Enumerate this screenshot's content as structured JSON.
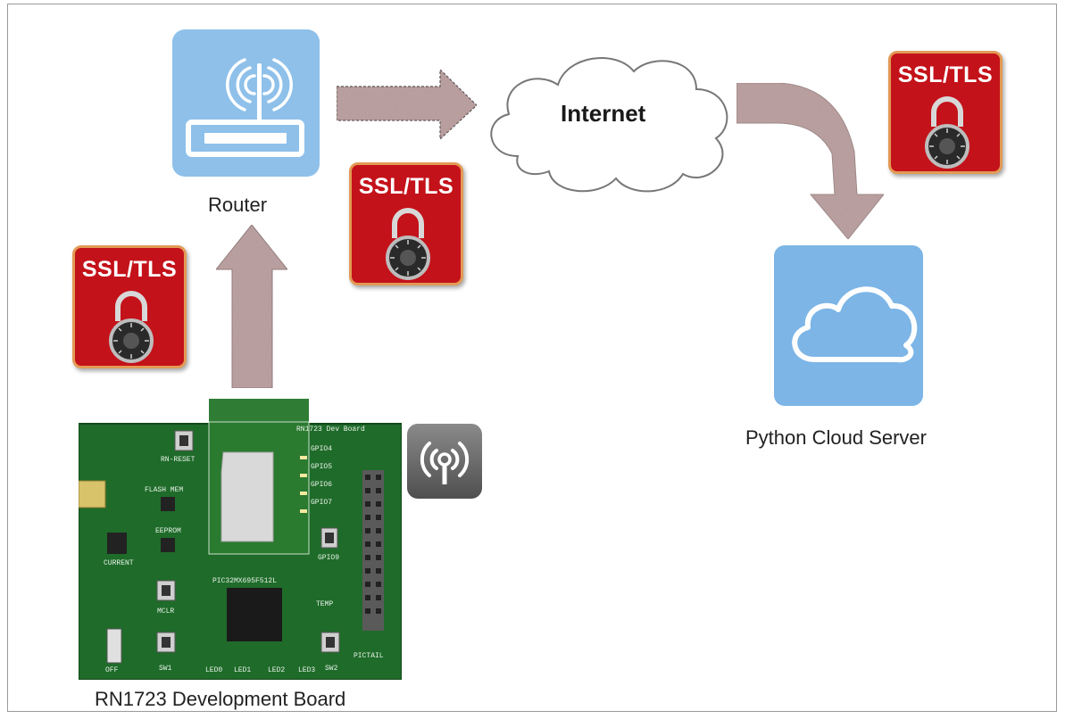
{
  "labels": {
    "router": "Router",
    "internet": "Internet",
    "server": "Python Cloud Server",
    "board": "RN1723  Development Board"
  },
  "ssl_badges": [
    {
      "text": "SSL/TLS"
    },
    {
      "text": "SSL/TLS"
    },
    {
      "text": "SSL/TLS"
    }
  ],
  "board_silkscreen": {
    "title": "RN1723 Dev Board",
    "reset": "RN-RESET",
    "flash": "FLASH MEM",
    "eeprom": "EEPROM",
    "current": "CURRENT",
    "mclr": "MCLR",
    "chip": "PIC32MX695F512L",
    "temp": "TEMP",
    "pictail": "PICTAIL",
    "off": "OFF",
    "gpio4": "GPIO4",
    "gpio5": "GPIO5",
    "gpio6": "GPIO6",
    "gpio7": "GPIO7",
    "gpio9": "GPIO9",
    "led0": "LED0",
    "led1": "LED1",
    "led2": "LED2",
    "led3": "LED3",
    "sw1": "SW1",
    "sw2": "SW2"
  },
  "icons": {
    "router": "wifi-router-icon",
    "server": "cloud-icon",
    "lock": "combination-padlock-icon",
    "wireless": "wireless-antenna-icon"
  },
  "colors": {
    "router_bg": "#8ec0ea",
    "server_bg": "#7cb5e6",
    "ssl_bg": "#c4121a",
    "arrow": "#b89a9a",
    "pcb": "#1f6b2a"
  }
}
